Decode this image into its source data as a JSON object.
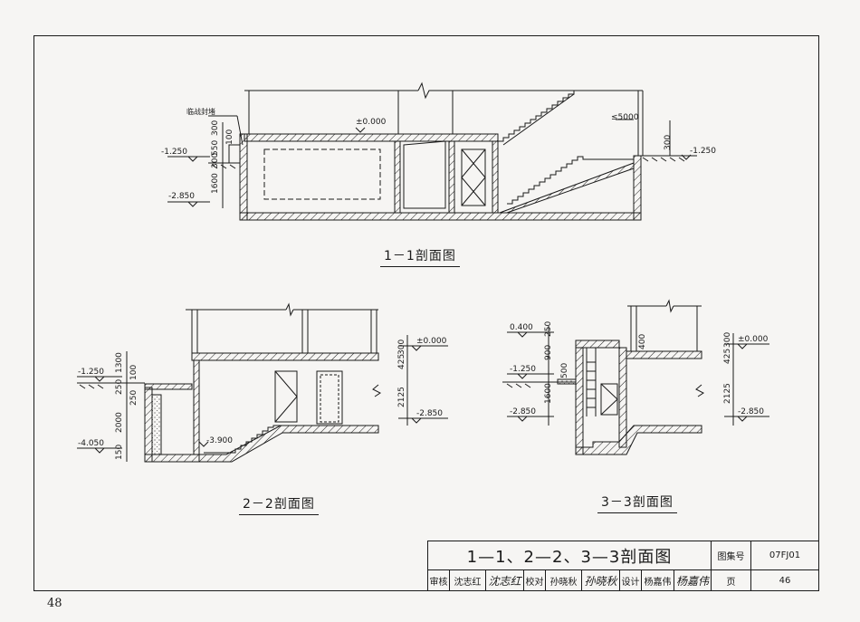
{
  "section_1_1": {
    "caption": "1－1剖面图",
    "note_temp_seal": "临战封堵",
    "elev_ground_floor": "±0.000",
    "elev_outdoor_left": "-1.250",
    "elev_outdoor_right": "-1.250",
    "elev_bottom": "-2.850",
    "dims_vertical": [
      "300",
      "100",
      "550",
      "300",
      "1600"
    ],
    "dim_right_300": "300",
    "dim_5000": "≤5000"
  },
  "section_2_2": {
    "caption": "2－2剖面图",
    "elev_left_top": "-1.250",
    "elev_left_bottom": "-4.050",
    "elev_stair": "-3.900",
    "elev_right_top": "±0.000",
    "elev_right_bottom": "-2.850",
    "dims_left": [
      "1300",
      "100",
      "250",
      "250",
      "2000",
      "150"
    ],
    "dims_right": [
      "300",
      "425",
      "2125"
    ]
  },
  "section_3_3": {
    "caption": "3－3剖面图",
    "elev_top": "0.400",
    "elev_mid": "-1.250",
    "elev_bottom": "-2.850",
    "elev_right_top": "±0.000",
    "elev_right_bottom": "-2.850",
    "dims_left": [
      "250",
      "900",
      "500",
      "1600"
    ],
    "dims_mid": [
      "400"
    ],
    "dims_right": [
      "300",
      "425",
      "2125"
    ]
  },
  "title_block": {
    "title": "1—1、2—2、3—3剖面图",
    "atlas_label": "图集号",
    "atlas_no": "07FJ01",
    "review_label": "审核",
    "review_name": "沈志红",
    "review_sig": "沈志红",
    "check_label": "校对",
    "check_name": "孙晓秋",
    "check_sig": "孙晓秋",
    "design_label": "设计",
    "design_name": "杨嘉伟",
    "design_sig": "杨嘉伟",
    "page_label": "页",
    "page_no": "46"
  },
  "page_number": "48"
}
